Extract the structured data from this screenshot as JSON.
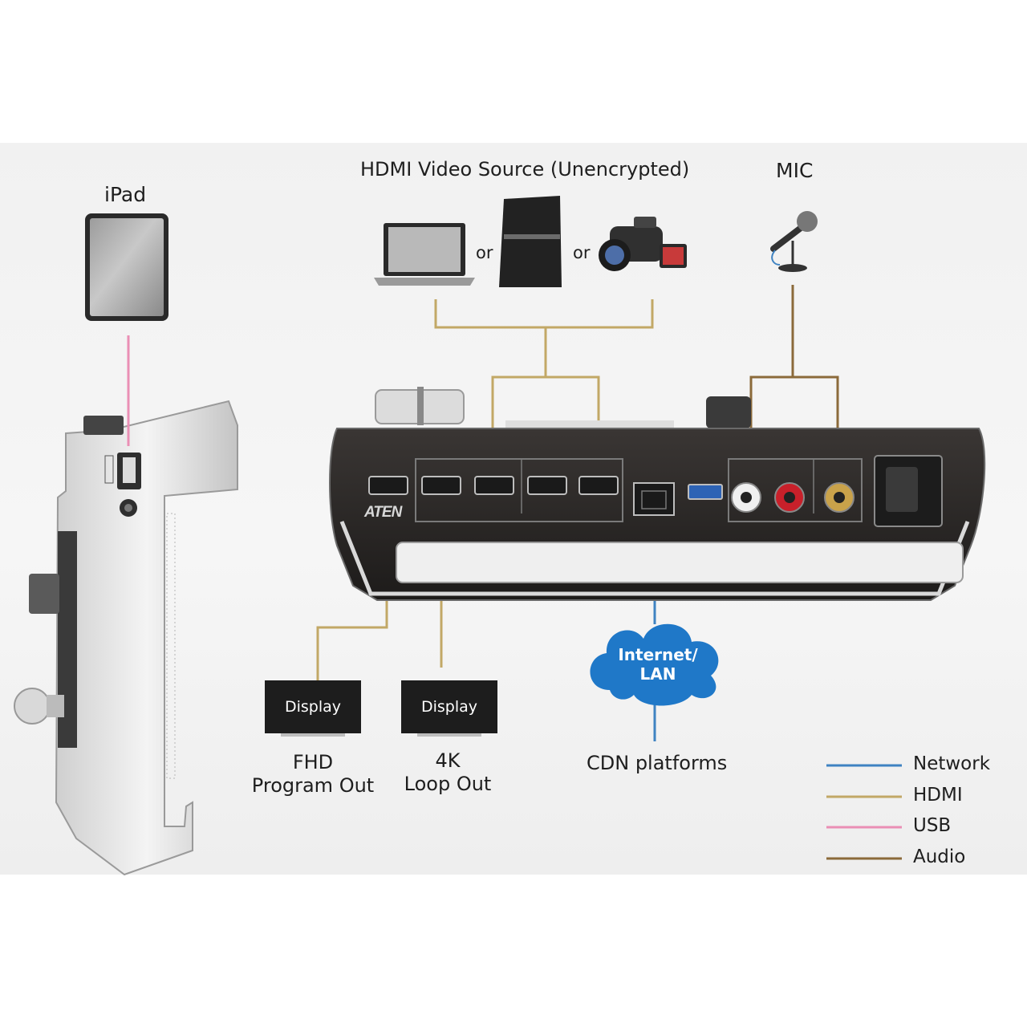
{
  "labels": {
    "ipad": "iPad",
    "hdmi_source": "HDMI Video Source (Unencrypted)",
    "mic": "MIC",
    "or_1": "or",
    "or_2": "or",
    "cdn": "CDN platforms",
    "fhd_line1": "FHD",
    "fhd_line2": "Program Out",
    "k4_line1": "4K",
    "k4_line2": "Loop Out",
    "brand": "ATEN"
  },
  "displays": [
    {
      "label": "Display"
    },
    {
      "label": "Display"
    }
  ],
  "cloud": {
    "line1": "Internet/",
    "line2": "LAN"
  },
  "legend": [
    {
      "label": "Network",
      "color": "#3f83c2"
    },
    {
      "label": "HDMI",
      "color": "#c2a866"
    },
    {
      "label": "USB",
      "color": "#ea8fb5"
    },
    {
      "label": "Audio",
      "color": "#8b6a3a"
    }
  ],
  "colors": {
    "network": "#3f83c2",
    "hdmi": "#c2a866",
    "usb": "#ea8fb5",
    "audio": "#8b6a3a",
    "device_body": "#2b2826",
    "cloud": "#1f78c8"
  }
}
